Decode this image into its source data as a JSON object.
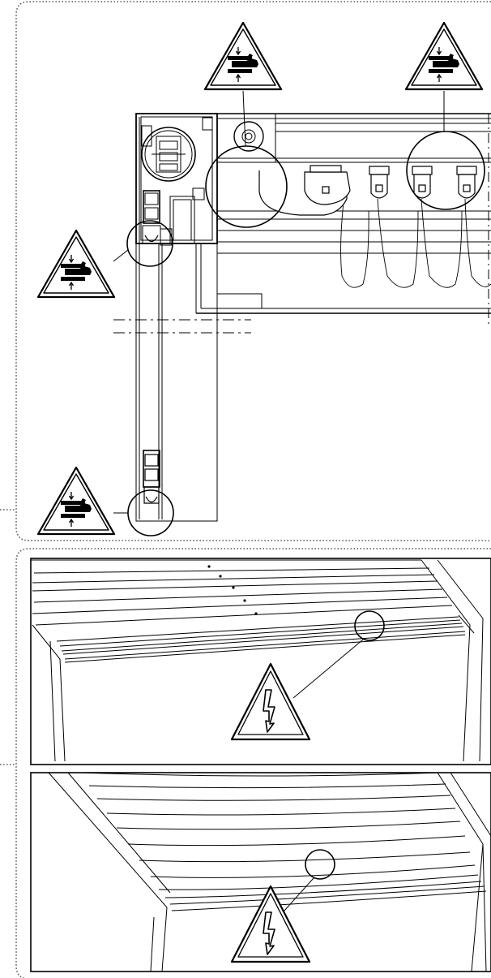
{
  "document": {
    "sections": [
      {
        "id": "pinch-hazard-plan-view",
        "warning_type": "crush-hand-hazard",
        "warning_count": 4
      },
      {
        "id": "electrical-hazard-perspective-views",
        "warning_type": "electrical-shock-hazard",
        "warning_count": 2
      }
    ],
    "colors": {
      "line": "#000000",
      "warning_fill": "#ffffff",
      "background": "#ffffff",
      "section_border": "#555555"
    },
    "icons": {
      "crush": "crush-hand-warning-icon",
      "electrical": "electrical-hazard-icon"
    }
  }
}
